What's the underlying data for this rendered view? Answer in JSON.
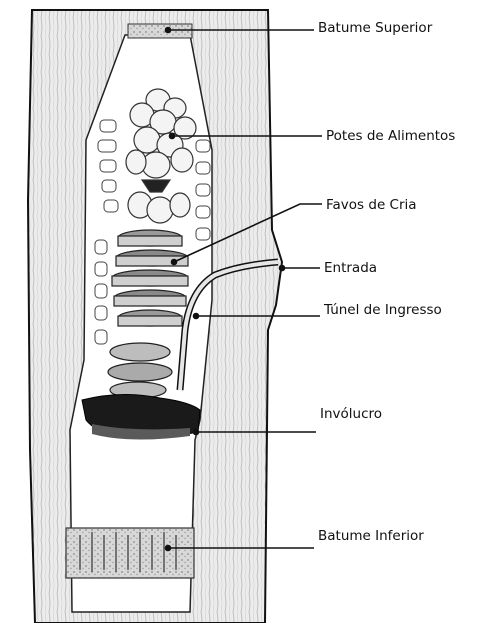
{
  "labels": {
    "batume_superior": "Batume Superior",
    "potes_alimentos": "Potes  de Alimentos",
    "favos_cria": "Favos de Cria",
    "entrada": "Entrada",
    "tunel_ingresso": "Túnel de Ingresso",
    "involucro": "Invólucro",
    "batume_inferior": "Batume Inferior"
  },
  "colors": {
    "line": "#111111",
    "wood": "#e9e9e9",
    "wood_shade": "#bdbdbd",
    "cavity": "#ffffff",
    "dark": "#1a1a1a"
  }
}
